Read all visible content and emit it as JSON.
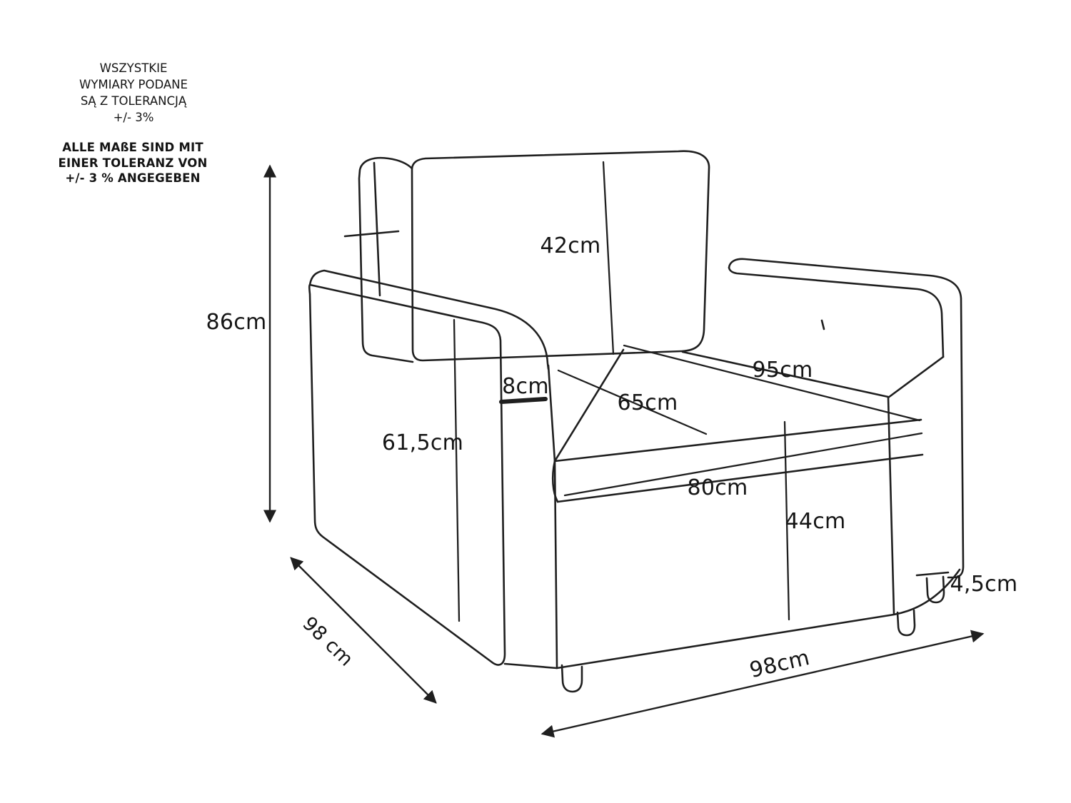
{
  "page": {
    "background": "#ffffff",
    "line_color": "#1f1f1f"
  },
  "notes": {
    "polish_lines": [
      "WSZYSTKIE",
      "WYMIARY PODANE",
      "SĄ Z TOLERANCJĄ",
      "+/- 3%"
    ],
    "german_lines": [
      "ALLE MAßE SIND MIT",
      "EINER TOLERANZ VON",
      "+/- 3 % ANGEGEBEN"
    ]
  },
  "dimensions": {
    "total_height": "86cm",
    "backrest_height": "42cm",
    "seat_back_width": "95cm",
    "armrest_thickness": "8cm",
    "seat_depth": "65cm",
    "armrest_height": "61,5cm",
    "seat_front_width": "80cm",
    "seat_height": "44cm",
    "foot_height": "4,5cm",
    "total_depth": "98 cm",
    "total_width": "98cm"
  }
}
